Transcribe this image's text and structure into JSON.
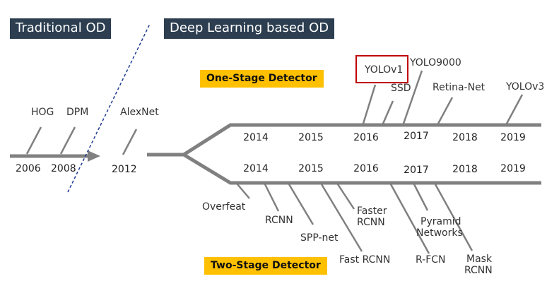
{
  "headers": {
    "traditional": "Traditional OD",
    "deep_learning": "Deep Learning based OD"
  },
  "tags": {
    "one_stage": "One-Stage Detector",
    "two_stage": "Two-Stage Detector"
  },
  "traditional_timeline": {
    "years": [
      "2006",
      "2008"
    ],
    "methods": [
      "HOG",
      "DPM"
    ]
  },
  "alexnet": {
    "name": "AlexNet",
    "year": "2012"
  },
  "one_stage": {
    "years": [
      "2014",
      "2015",
      "2016",
      "2017",
      "2018",
      "2019"
    ],
    "methods": [
      "YOLOv1",
      "SSD",
      "YOLO9000",
      "Retina-Net",
      "YOLOv3"
    ],
    "highlighted": "YOLOv1"
  },
  "two_stage": {
    "years": [
      "2014",
      "2015",
      "2016",
      "2017",
      "2018",
      "2019"
    ],
    "methods": {
      "overfeat": "Overfeat",
      "rcnn": "RCNN",
      "spp_net": "SPP-net",
      "fast_rcnn": "Fast RCNN",
      "faster_rcnn_1": "Faster",
      "faster_rcnn_2": "RCNN",
      "r_fcn": "R-FCN",
      "pyramid_1": "Pyramid",
      "pyramid_2": "Networks",
      "mask_rcnn_1": "Mask",
      "mask_rcnn_2": "RCNN"
    }
  },
  "colors": {
    "header_bg": "#2c3e50",
    "tag_bg": "#ffc000",
    "line": "#808080",
    "divider": "#1f3a93",
    "highlight": "#c00000"
  }
}
